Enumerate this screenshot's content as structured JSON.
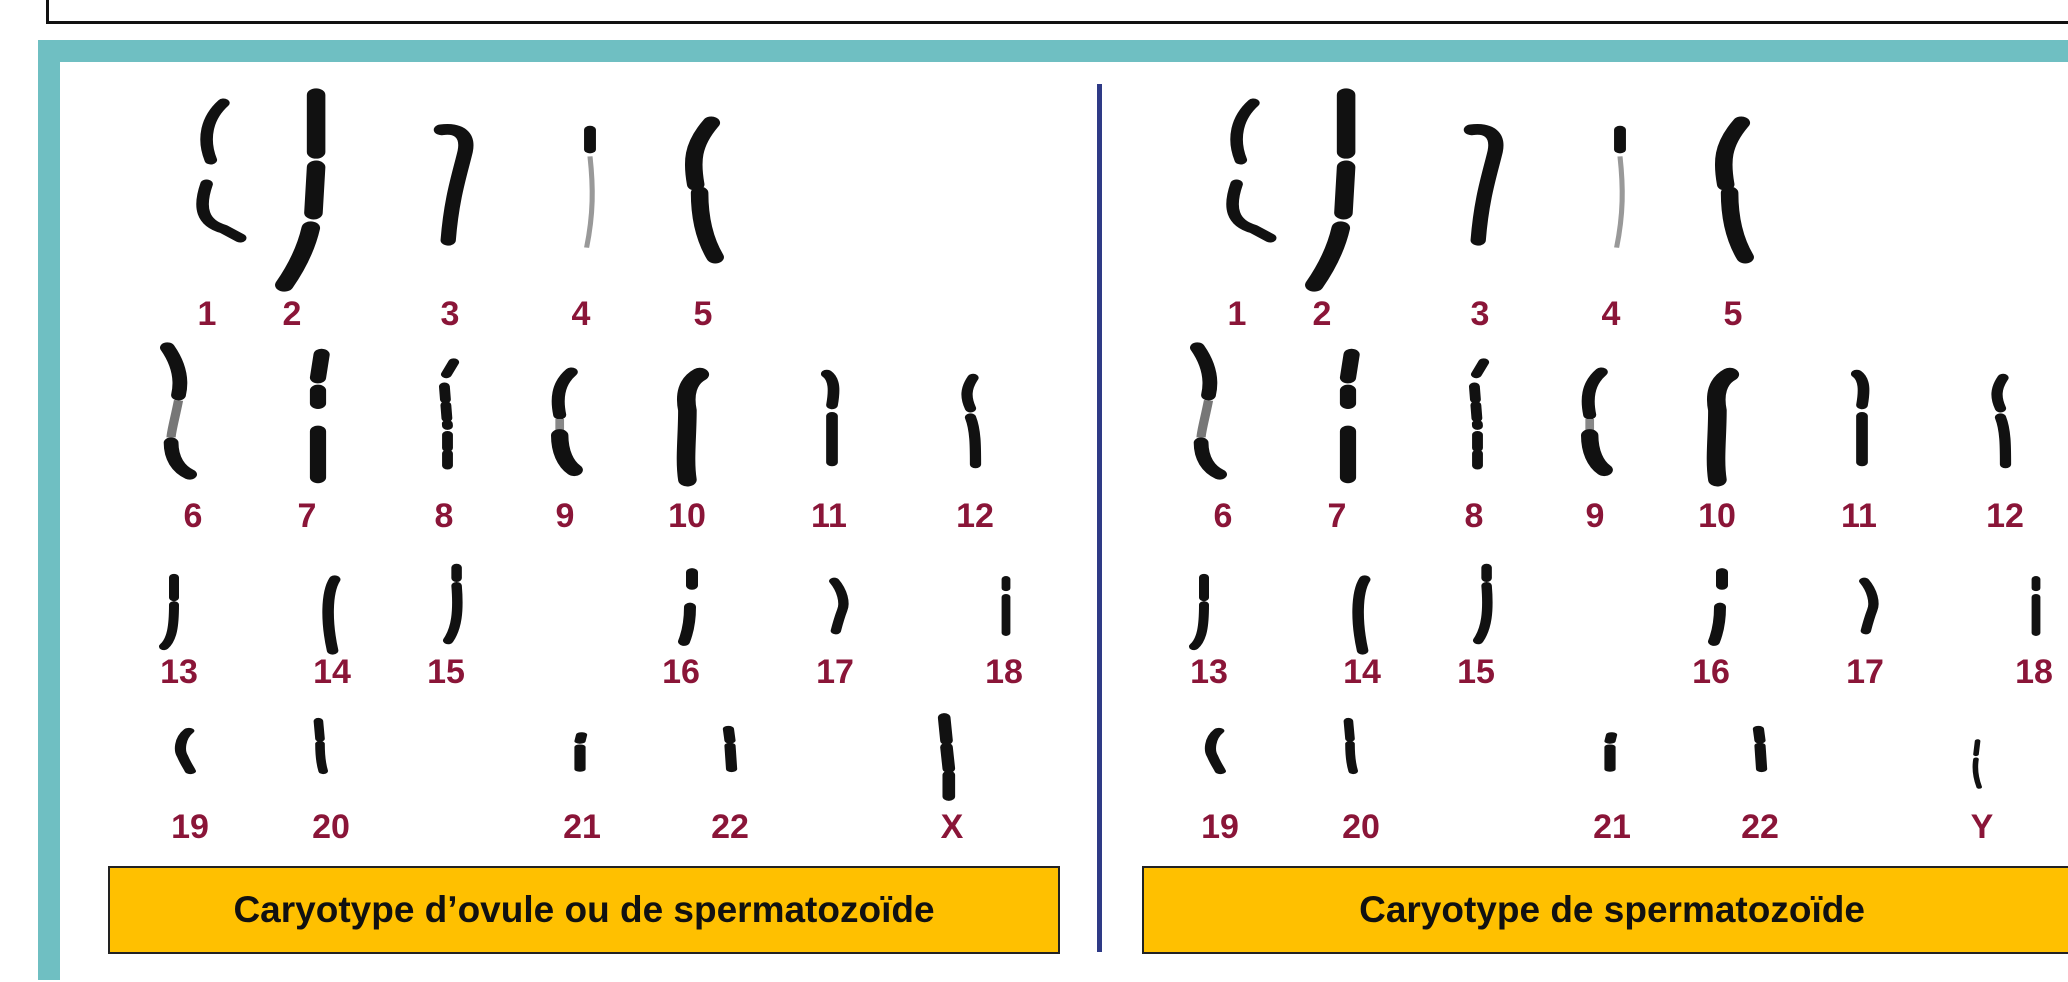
{
  "colors": {
    "frame": "#6fbfc2",
    "divider": "#2e3a86",
    "number": "#8a1538",
    "caption_bg": "#ffc000",
    "chromosome": "#111111"
  },
  "left_panel": {
    "caption": "Caryotype d’ovule ou de spermatozoïde",
    "labels": [
      "1",
      "2",
      "3",
      "4",
      "5",
      "6",
      "7",
      "8",
      "9",
      "10",
      "11",
      "12",
      "13",
      "14",
      "15",
      "16",
      "17",
      "18",
      "19",
      "20",
      "21",
      "22",
      "X"
    ]
  },
  "right_panel": {
    "caption": "Caryotype de spermatozoïde",
    "labels": [
      "1",
      "2",
      "3",
      "4",
      "5",
      "6",
      "7",
      "8",
      "9",
      "10",
      "11",
      "12",
      "13",
      "14",
      "15",
      "16",
      "17",
      "18",
      "19",
      "20",
      "21",
      "22",
      "Y"
    ]
  }
}
